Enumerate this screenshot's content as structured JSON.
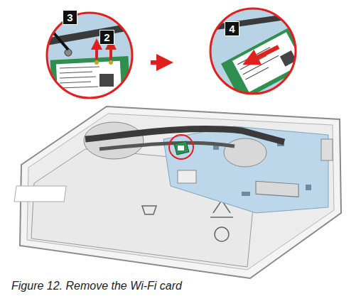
{
  "diagram": {
    "caption": "Figure 12. Remove the Wi-Fi card",
    "labels": [
      "3",
      "2",
      "4"
    ]
  }
}
